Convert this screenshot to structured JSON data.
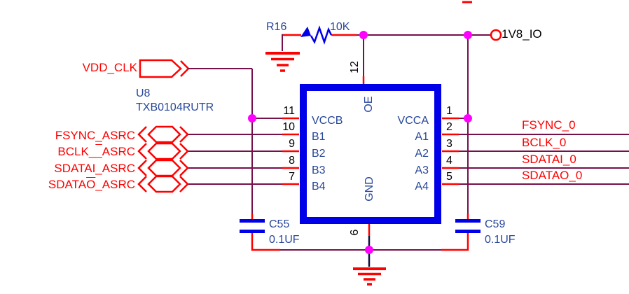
{
  "schematic": {
    "power_rail": {
      "port_label": "1V8_IO",
      "pullup_resistor": {
        "ref": "R16",
        "value": "10K"
      }
    },
    "vdd_net": {
      "label": "VDD_CLK"
    },
    "ic": {
      "ref": "U8",
      "part": "TXB0104RUTR",
      "left_pins": [
        {
          "number": "11",
          "name": "VCCB"
        },
        {
          "number": "10",
          "name": "B1"
        },
        {
          "number": "9",
          "name": "B2"
        },
        {
          "number": "8",
          "name": "B3"
        },
        {
          "number": "7",
          "name": "B4"
        }
      ],
      "right_pins": [
        {
          "number": "1",
          "name": "VCCA"
        },
        {
          "number": "2",
          "name": "A1"
        },
        {
          "number": "3",
          "name": "A2"
        },
        {
          "number": "4",
          "name": "A3"
        },
        {
          "number": "5",
          "name": "A4"
        }
      ],
      "top_pin": {
        "number": "12",
        "name": "OE"
      },
      "bottom_pin": {
        "number": "6",
        "name": "GND"
      }
    },
    "left_nets": [
      {
        "label": "FSYNC_ASRC",
        "pre": "FSYNC_ASRC",
        "bar": "",
        "post": ""
      },
      {
        "label": "BCLK__ASRC",
        "pre": "BCLK_",
        "bar": "_",
        "post": "ASRC"
      },
      {
        "label": "SDATAI_ASRC",
        "pre": "SDATAI_ASRC",
        "bar": "",
        "post": ""
      },
      {
        "label": "SDATAO_ASRC",
        "pre": "SDATA",
        "bar": "O",
        "post": "_ASRC"
      }
    ],
    "right_nets": [
      {
        "label": "FSYNC_0"
      },
      {
        "label": "BCLK_0"
      },
      {
        "label": "SDATAI_0"
      },
      {
        "label": "SDATAO_0"
      }
    ],
    "capacitors": [
      {
        "ref": "C55",
        "value": "0.1UF"
      },
      {
        "ref": "C59",
        "value": "0.1UF"
      }
    ],
    "colors": {
      "wire_maroon": "#76104a",
      "symbol_red": "#ff0000",
      "component_blue": "#0000e8",
      "label_navy": "#27479a",
      "pin_number_black": "#000000",
      "junction_magenta": "#ff00ff",
      "stem_dark_navy": "#101040",
      "background": "#ffffff"
    }
  }
}
